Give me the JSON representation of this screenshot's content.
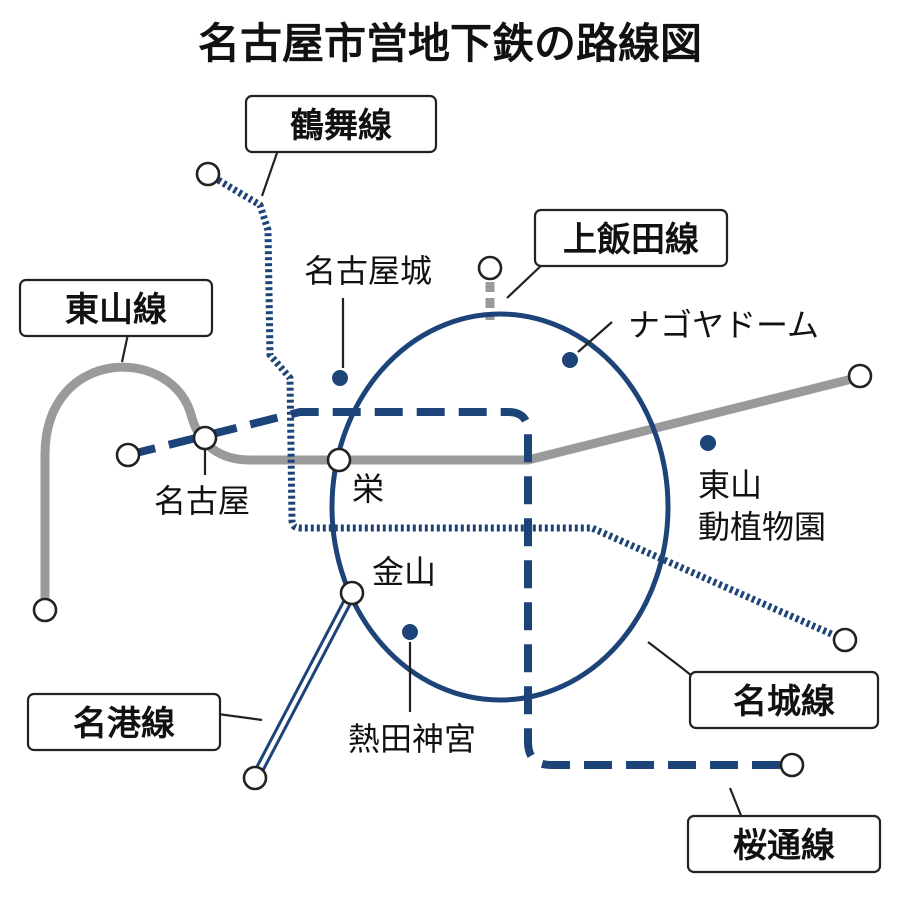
{
  "title": "名古屋市営地下鉄の路線図",
  "colors": {
    "navy": "#1d4478",
    "gray": "#9a9a9a",
    "ink": "#222222"
  },
  "lines": {
    "tsurumai": "鶴舞線",
    "kamiiida": "上飯田線",
    "higashiyama": "東山線",
    "meijo": "名城線",
    "meiko": "名港線",
    "sakuradori": "桜通線"
  },
  "stations": {
    "nagoya": "名古屋",
    "sakae": "栄",
    "kanayama": "金山"
  },
  "places": {
    "nagoya_castle": "名古屋城",
    "nagoya_dome": "ナゴヤドーム",
    "zoo_line1": "東山",
    "zoo_line2": "動植物園",
    "atsuta_line1": "熱田神宮"
  }
}
